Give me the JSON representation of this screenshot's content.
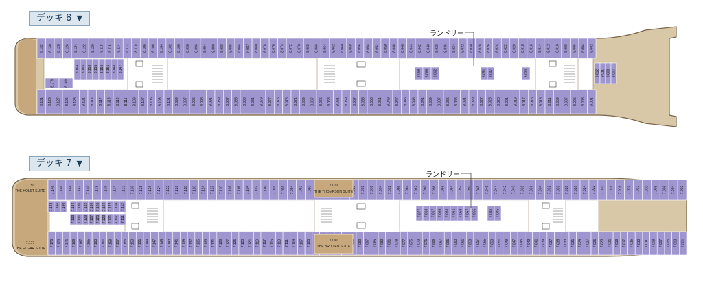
{
  "decks": [
    {
      "id": "deck8",
      "label": "デッキ 8",
      "arrow": "▼",
      "laundry": "ランドリー",
      "top_row": [
        "8.132",
        "8.130",
        "8.128",
        "8.126",
        "8.124",
        "8.122",
        "8.120",
        "8.118",
        "8.116",
        "8.114",
        "8.112",
        "8.110",
        "8.108",
        "8.106",
        "8.104",
        "8.102",
        "8.100",
        "8.098",
        "8.096",
        "8.094",
        "8.090",
        "8.088",
        "8.086",
        "8.084",
        "8.082",
        "8.080",
        "8.078",
        "8.076",
        "8.074",
        "8.072",
        "8.070",
        "8.068",
        "8.066",
        "8.064",
        "8.062",
        "8.060",
        "8.058",
        "8.056",
        "8.054",
        "8.052",
        "8.050",
        "8.048",
        "8.046",
        "8.044",
        "8.042",
        "8.040",
        "8.038",
        "8.036",
        "8.034",
        "8.032",
        "8.030",
        "8.028",
        "8.026",
        "8.024",
        "8.022",
        "8.020",
        "8.018",
        "8.016",
        "8.014",
        "8.012",
        "8.010",
        "8.008",
        "8.006",
        "8.004",
        "8.002"
      ],
      "bottom_row": [
        "8.131",
        "8.129",
        "8.127",
        "8.125",
        "8.123",
        "8.121",
        "8.119",
        "8.117",
        "8.115",
        "8.113",
        "8.111",
        "8.109",
        "8.107",
        "8.105",
        "8.103",
        "8.101",
        "8.099",
        "8.097",
        "8.095",
        "8.093",
        "8.091",
        "8.089",
        "8.087",
        "8.085",
        "8.083",
        "8.081",
        "8.079",
        "8.077",
        "8.075",
        "8.073",
        "8.071",
        "8.069",
        "8.067",
        "8.065",
        "8.063",
        "8.061",
        "8.059",
        "8.057",
        "8.055",
        "8.053",
        "8.051",
        "8.049",
        "8.047",
        "8.045",
        "8.043",
        "8.041",
        "8.039",
        "8.037",
        "8.035",
        "8.033",
        "8.031",
        "8.029",
        "8.027",
        "8.025",
        "8.023",
        "8.021",
        "8.019",
        "8.017",
        "8.015",
        "8.013",
        "8.011",
        "8.009",
        "8.007",
        "8.005",
        "8.003",
        "8.001"
      ],
      "inner_cabins": [
        "8.175",
        "8.169",
        "8.164",
        "8.165",
        "8.153",
        "8.155",
        "8.150",
        "8.151",
        "8.148",
        "8.147",
        "8.068",
        "8.066",
        "8.062",
        "8.051",
        "8.047",
        "8.033",
        "8.012",
        "8.011",
        "8.008",
        "8.007"
      ]
    },
    {
      "id": "deck7",
      "label": "デッキ 7",
      "arrow": "▼",
      "laundry": "ランドリー",
      "suites": [
        {
          "number": "7.070",
          "name": "THE THOMPSON SUITE"
        },
        {
          "number": "7.091",
          "name": "THE BRITTEN SUITE"
        },
        {
          "number": "7.150",
          "name": "THE HOLST SUITE"
        },
        {
          "number": "7.177",
          "name": "THE ELGAR SUITE"
        }
      ],
      "top_row": [
        "7.148",
        "7.146",
        "7.144",
        "7.142",
        "7.140",
        "7.138",
        "7.136",
        "7.134",
        "7.132",
        "7.130",
        "7.128",
        "7.126",
        "7.124",
        "7.122",
        "7.120",
        "7.118",
        "7.116",
        "7.114",
        "7.112",
        "7.110",
        "7.108",
        "7.106",
        "7.104",
        "7.102",
        "7.100",
        "7.098",
        "7.096",
        "7.094",
        "7.092",
        "7.090",
        "7.088",
        "7.086",
        "7.084",
        "7.082",
        "7.080",
        "7.078",
        "7.076",
        "7.074",
        "7.072",
        "7.066",
        "7.064",
        "7.062",
        "7.060",
        "7.058",
        "7.056",
        "7.054",
        "7.052",
        "7.050",
        "7.048",
        "7.046",
        "7.044",
        "7.042",
        "7.040",
        "7.038",
        "7.036",
        "7.034",
        "7.032",
        "7.030",
        "7.028",
        "7.026",
        "7.024",
        "7.022",
        "7.020",
        "7.018",
        "7.016",
        "7.014",
        "7.012",
        "7.010",
        "7.008",
        "7.006",
        "7.004",
        "7.002"
      ],
      "bottom_row": [
        "7.175",
        "7.173",
        "7.171",
        "7.169",
        "7.167",
        "7.165",
        "7.163",
        "7.161",
        "7.159",
        "7.157",
        "7.155",
        "7.153",
        "7.151",
        "7.149",
        "7.147",
        "7.145",
        "7.143",
        "7.141",
        "7.139",
        "7.137",
        "7.135",
        "7.133",
        "7.131",
        "7.129",
        "7.127",
        "7.125",
        "7.123",
        "7.121",
        "7.119",
        "7.117",
        "7.115",
        "7.113",
        "7.111",
        "7.109",
        "7.107",
        "7.105",
        "7.103",
        "7.101",
        "7.099",
        "7.097",
        "7.095",
        "7.093",
        "7.089",
        "7.087",
        "7.085",
        "7.083",
        "7.081",
        "7.079",
        "7.077",
        "7.075",
        "7.073",
        "7.071",
        "7.069",
        "7.067",
        "7.065",
        "7.063",
        "7.061",
        "7.059",
        "7.057",
        "7.055",
        "7.053",
        "7.051",
        "7.049",
        "7.047",
        "7.045",
        "7.043",
        "7.041",
        "7.039",
        "7.037",
        "7.035",
        "7.033",
        "7.031",
        "7.029",
        "7.027",
        "7.025",
        "7.023",
        "7.021",
        "7.019",
        "7.017",
        "7.015",
        "7.013",
        "7.011",
        "7.009",
        "7.007",
        "7.005",
        "7.003",
        "7.001"
      ],
      "inner_cabins": [
        "7.142",
        "7.146",
        "7.140",
        "7.134",
        "7.136",
        "7.132",
        "7.130",
        "7.126",
        "7.124",
        "7.122",
        "7.114",
        "7.112",
        "7.133",
        "7.131",
        "7.129",
        "7.127",
        "7.125",
        "7.123",
        "7.121",
        "7.117",
        "7.111",
        "7.077",
        "7.068",
        "7.067",
        "7.065",
        "7.063",
        "7.061",
        "7.059",
        "7.057",
        "7.055",
        "7.046",
        "7.045"
      ]
    }
  ],
  "colors": {
    "hull": "#d8c8a8",
    "hull_edge": "#7a6548",
    "corridor": "#ffffff",
    "corridor_edge": "#9b8c70",
    "lavender": "#a096d2",
    "pink": "#e0a7cf",
    "magenta": "#c94ba5",
    "orange": "#d39c2b",
    "yellow": "#f1e23c",
    "tan": "#c7a77c",
    "steel": "#8594b3",
    "slate": "#5f7ca0",
    "teal": "#5ea592",
    "red": "#c8234a",
    "rose": "#de7a86"
  },
  "icons": [
    "elevator-icon",
    "stairs-icon",
    "laundry-leader-line"
  ]
}
